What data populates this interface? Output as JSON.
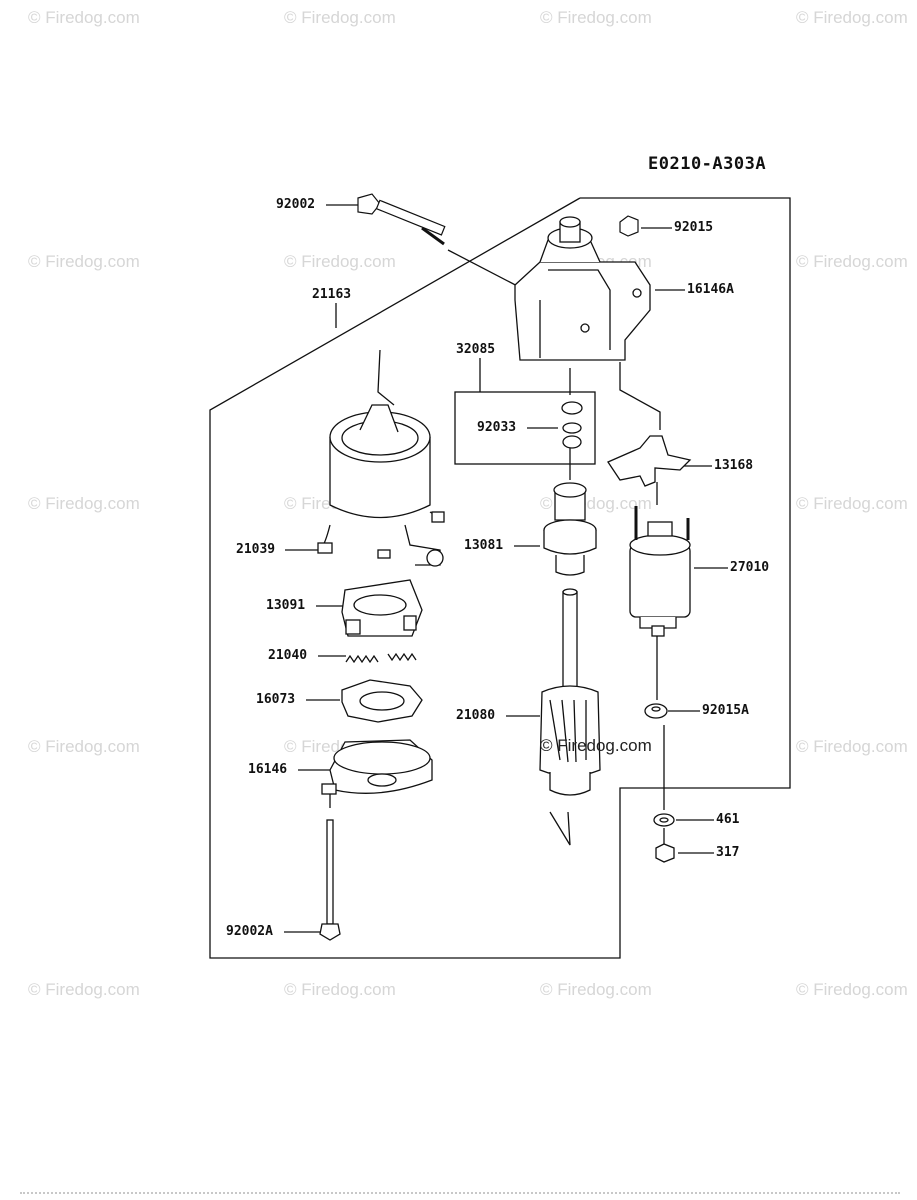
{
  "diagram_code": "E0210-A303A",
  "watermark_text": "© Firedog.com",
  "watermarks": [
    {
      "id": "r1c1"
    },
    {
      "id": "r1c2"
    },
    {
      "id": "r1c3"
    },
    {
      "id": "r1c4"
    },
    {
      "id": "r2c1"
    },
    {
      "id": "r2c2"
    },
    {
      "id": "r2c3"
    },
    {
      "id": "r2c4"
    },
    {
      "id": "r3c1"
    },
    {
      "id": "r3c2"
    },
    {
      "id": "r3c3"
    },
    {
      "id": "r3c4"
    },
    {
      "id": "r4c1"
    },
    {
      "id": "r4c2"
    },
    {
      "id": "r4c3"
    },
    {
      "id": "r4c4"
    },
    {
      "id": "r5c1"
    },
    {
      "id": "r5c2"
    },
    {
      "id": "r5c3"
    },
    {
      "id": "r5c4"
    }
  ],
  "parts": {
    "p92002": "92002",
    "p92015": "92015",
    "p16146A": "16146A",
    "p21163": "21163",
    "p32085": "32085",
    "p92033": "92033",
    "p13168": "13168",
    "p21039": "21039",
    "p13081": "13081",
    "p27010": "27010",
    "p13091": "13091",
    "p21040": "21040",
    "p16073": "16073",
    "p21080": "21080",
    "p92015A": "92015A",
    "p16146": "16146",
    "p461": "461",
    "p317": "317",
    "p92002A": "92002A"
  },
  "colors": {
    "line": "#111111",
    "watermark": "#d6d6d6"
  }
}
